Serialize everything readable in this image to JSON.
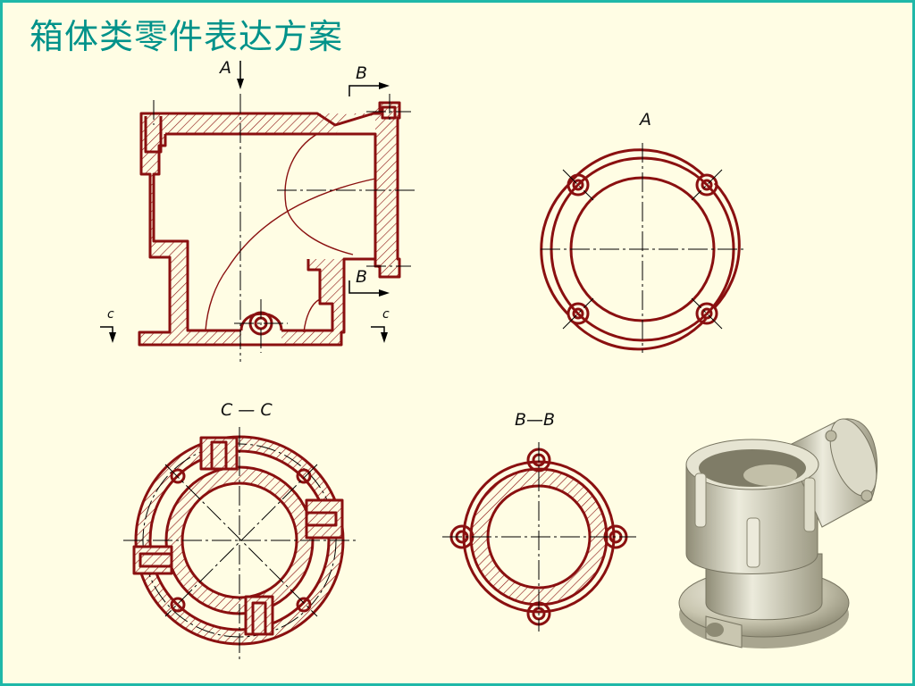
{
  "slide": {
    "title": "箱体类零件表达方案",
    "colors": {
      "border": "#1fb8a8",
      "background": "#fffde4",
      "title": "#00928a",
      "outline": "#8a1010"
    }
  },
  "front_view": {
    "arrow_label_a": "A",
    "cut_label_b_top": "B",
    "cut_label_b_bottom": "B",
    "cut_label_c_left": "c",
    "cut_label_c_right": "c"
  },
  "view_a": {
    "label": "A"
  },
  "section_cc": {
    "label": "C — C"
  },
  "section_bb": {
    "label": "B—B"
  },
  "render_3d": {
    "icon": "housing-3d-render"
  }
}
